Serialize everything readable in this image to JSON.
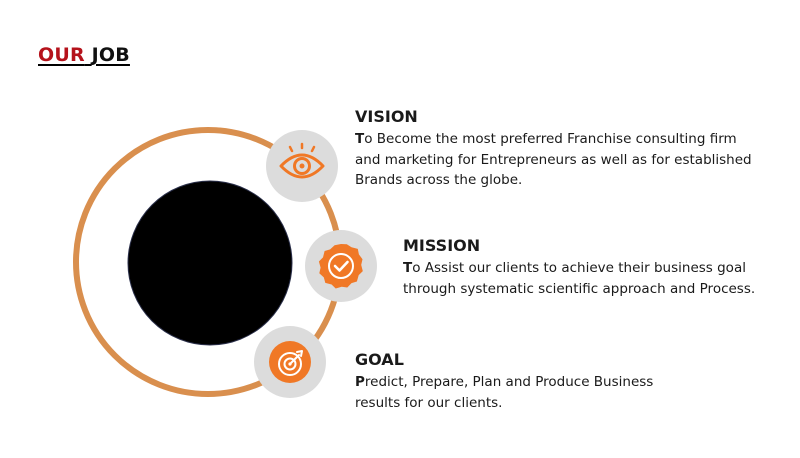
{
  "title": {
    "part1": "OUR",
    "part2": "JOB"
  },
  "items": [
    {
      "heading": "VISION",
      "first_letter": "T",
      "rest": "o Become the most preferred Franchise consulting firm and marketing for Entrepreneurs as well as for established Brands across the globe.",
      "icon": "eye-icon"
    },
    {
      "heading": "MISSION",
      "first_letter": "T",
      "rest": "o Assist our clients to achieve their business goal through systematic scientific approach and Process.",
      "icon": "badge-check-icon"
    },
    {
      "heading": "GOAL",
      "first_letter": "P",
      "rest": "redict, Prepare, Plan and Produce Business results for our clients.",
      "icon": "target-icon"
    }
  ],
  "colors": {
    "title_accent": "#b5121b",
    "title_dark": "#111111",
    "ring": "#d98f4e",
    "icon_orange": "#f07826",
    "icon_circle": "#dcdcdc",
    "center_disc": "#000000"
  }
}
